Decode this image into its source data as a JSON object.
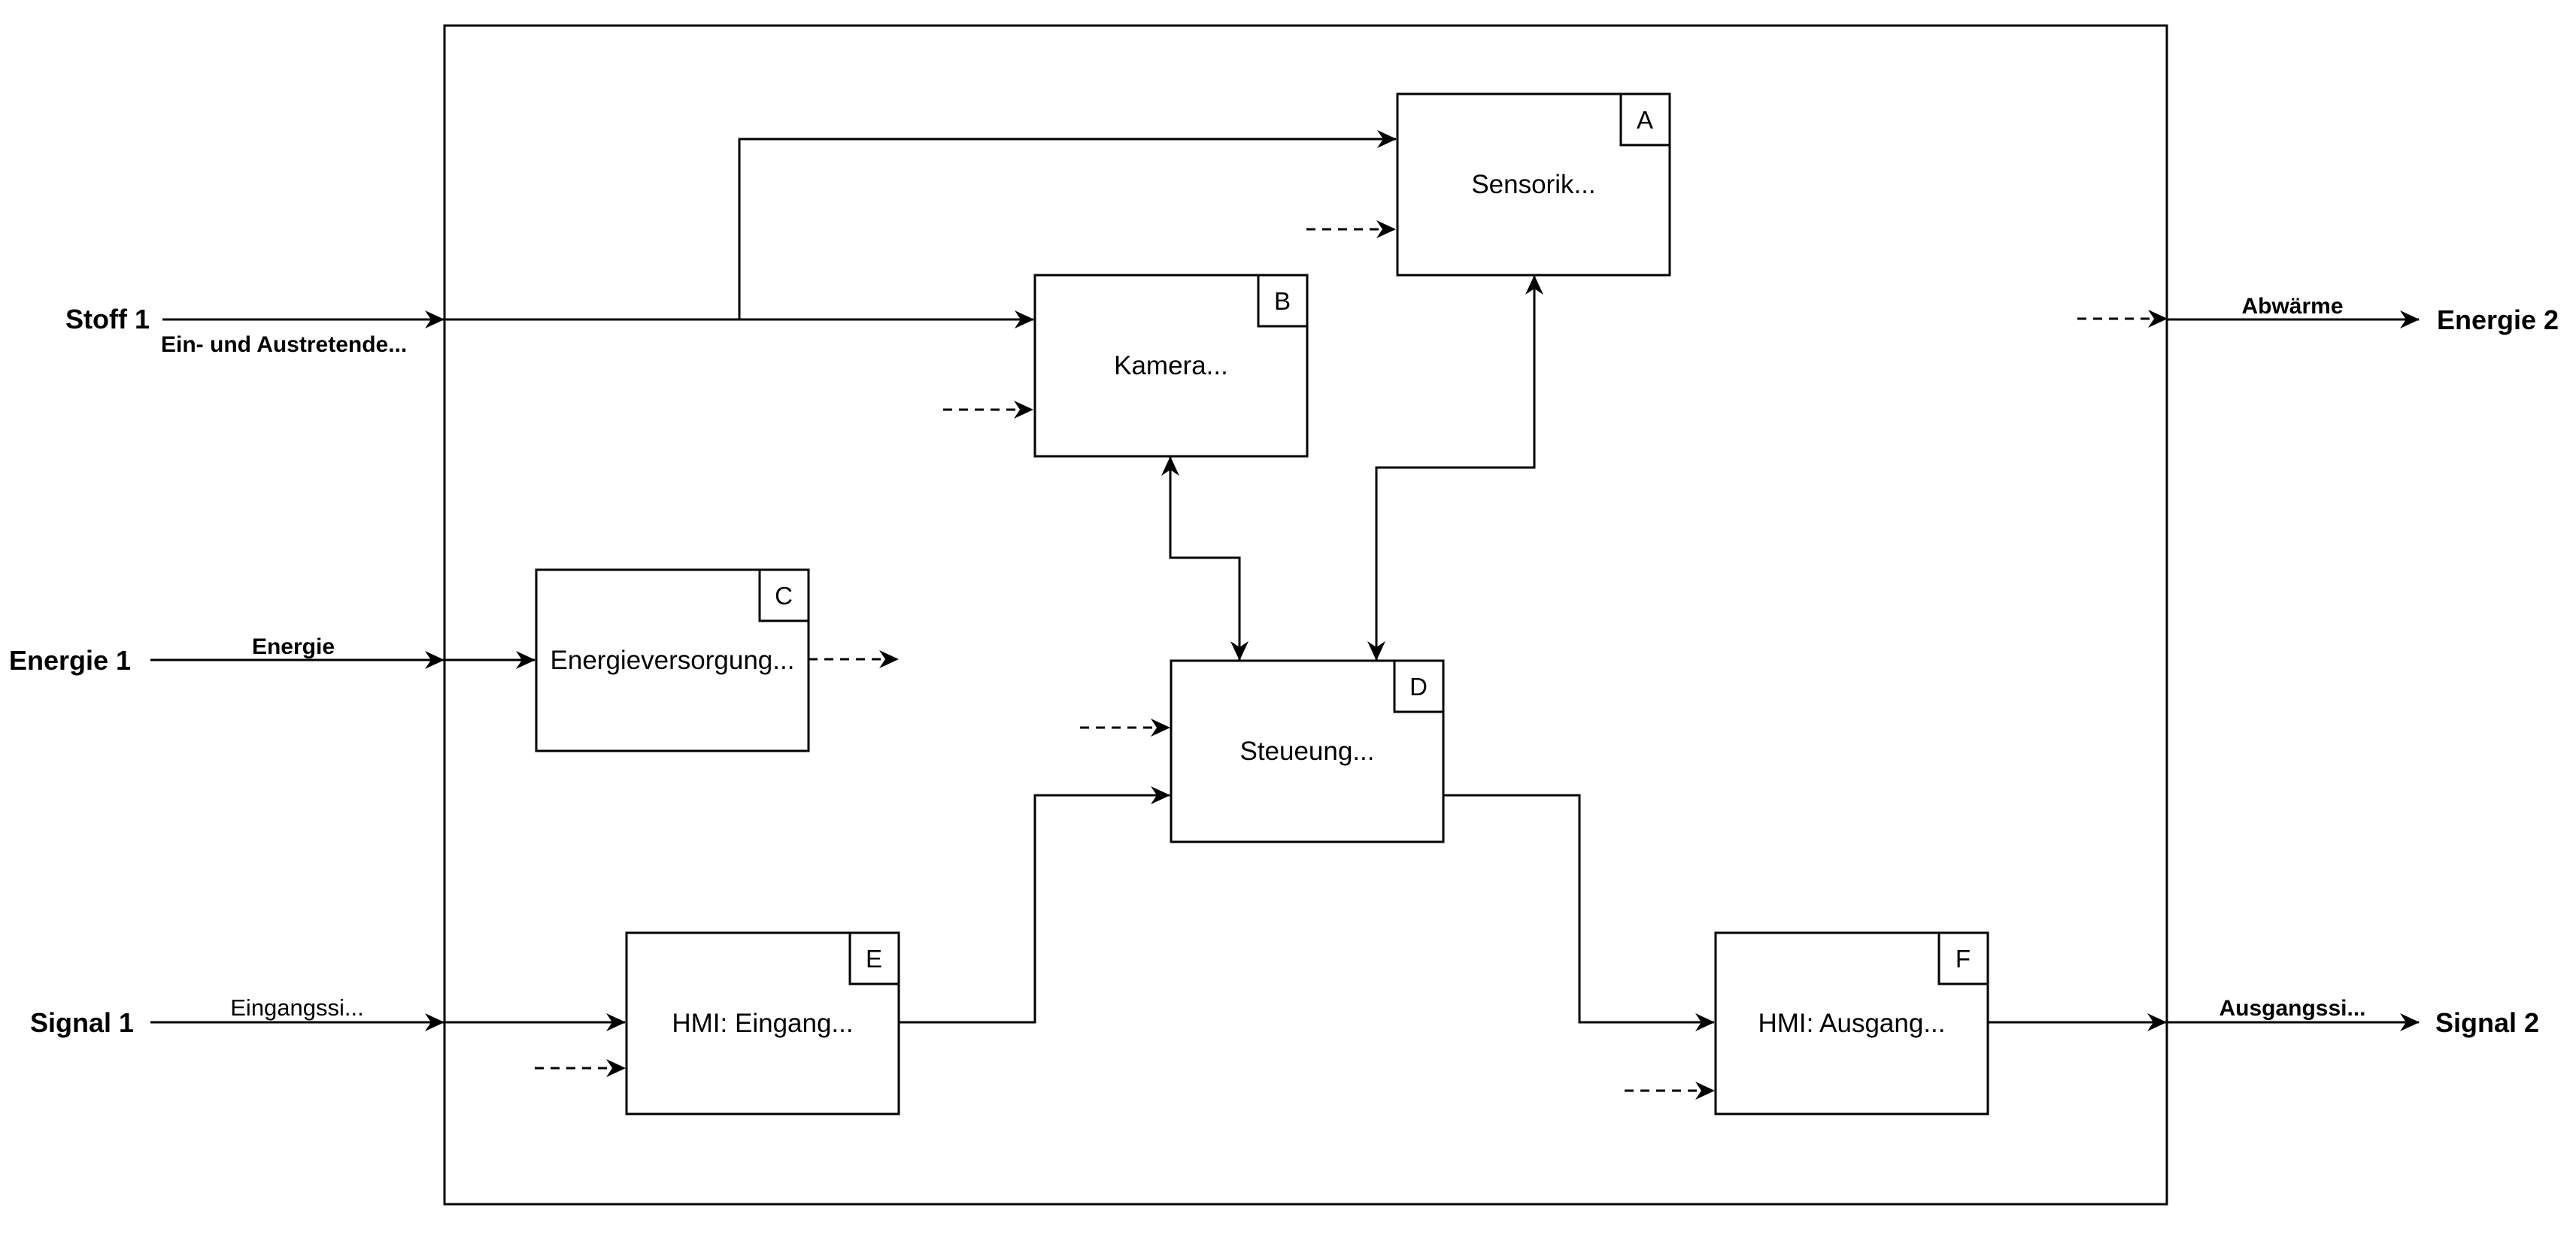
{
  "blocks": {
    "A": {
      "letter": "A",
      "title": "Sensorik..."
    },
    "B": {
      "letter": "B",
      "title": "Kamera..."
    },
    "C": {
      "letter": "C",
      "title": "Energieversorgung..."
    },
    "D": {
      "letter": "D",
      "title": "Steueung..."
    },
    "E": {
      "letter": "E",
      "title": "HMI: Eingang..."
    },
    "F": {
      "letter": "F",
      "title": "HMI: Ausgang..."
    }
  },
  "external": {
    "stoff1": "Stoff 1",
    "energie1": "Energie 1",
    "signal1": "Signal 1",
    "energie2": "Energie 2",
    "signal2": "Signal 2"
  },
  "flows": {
    "stoff_in": "Ein- und Austretende...",
    "energie_in": "Energie",
    "signal_in": "Eingangssi...",
    "abwaerme": "Abwärme",
    "signal_out": "Ausgangssi..."
  }
}
